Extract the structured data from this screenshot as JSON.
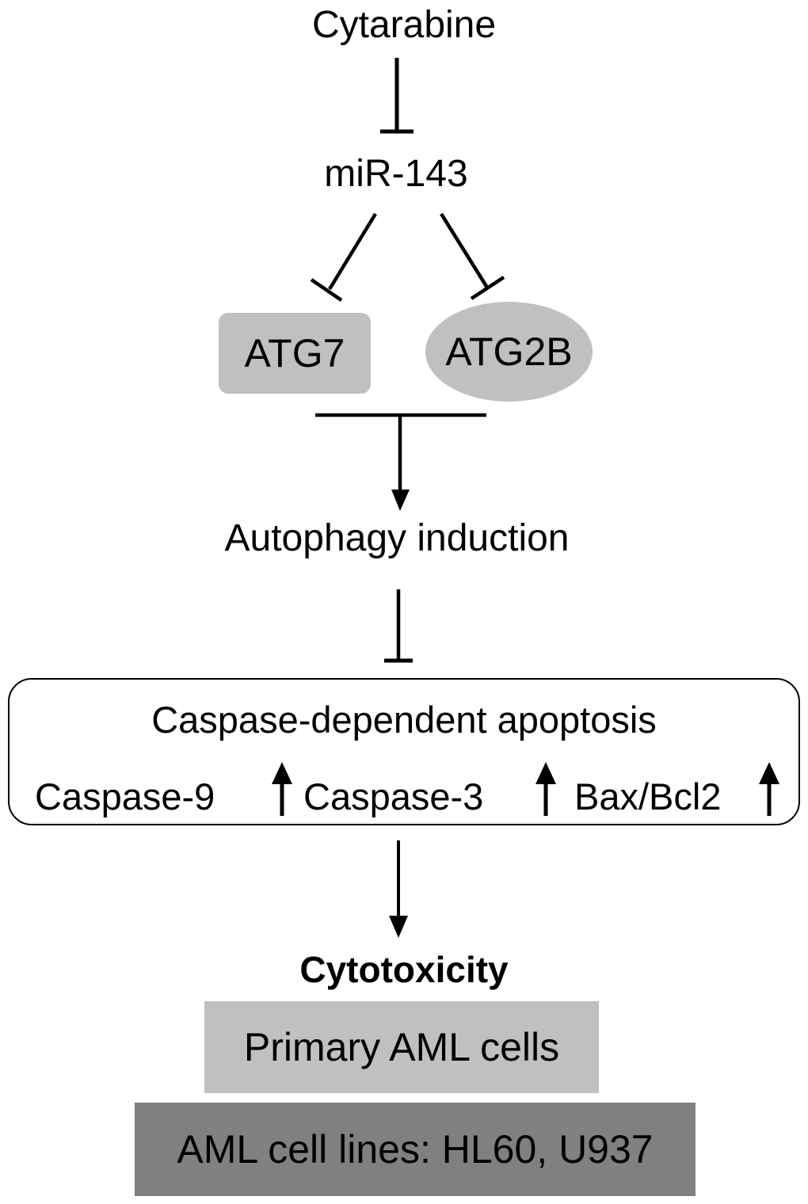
{
  "diagram": {
    "drug": "Cytarabine",
    "mirna": "miR-143",
    "targets": [
      {
        "label": "ATG7",
        "shape": "rounded-rectangle",
        "fill": "#c0c0c0"
      },
      {
        "label": "ATG2B",
        "shape": "ellipse",
        "fill": "#c0c0c0"
      }
    ],
    "process": "Autophagy induction",
    "apoptosis": {
      "title": "Caspase-dependent apoptosis",
      "markers": [
        {
          "label": "Caspase-9",
          "direction": "up"
        },
        {
          "label": "Caspase-3",
          "direction": "up"
        },
        {
          "label": "Bax/Bcl2",
          "direction": "up"
        }
      ]
    },
    "outcome": "Cytotoxicity",
    "models": [
      {
        "label": "Primary AML cells",
        "fill": "#c0c0c0"
      },
      {
        "label": "AML cell lines: HL60, U937",
        "fill": "#808080"
      }
    ],
    "edges": [
      {
        "from": "Cytarabine",
        "to": "miR-143",
        "type": "inhibition"
      },
      {
        "from": "miR-143",
        "to": "ATG7",
        "type": "inhibition"
      },
      {
        "from": "miR-143",
        "to": "ATG2B",
        "type": "inhibition"
      },
      {
        "from": "ATG7+ATG2B",
        "to": "Autophagy induction",
        "type": "activation"
      },
      {
        "from": "Autophagy induction",
        "to": "Caspase-dependent apoptosis",
        "type": "inhibition"
      },
      {
        "from": "Caspase-dependent apoptosis",
        "to": "Cytotoxicity",
        "type": "activation"
      }
    ]
  }
}
